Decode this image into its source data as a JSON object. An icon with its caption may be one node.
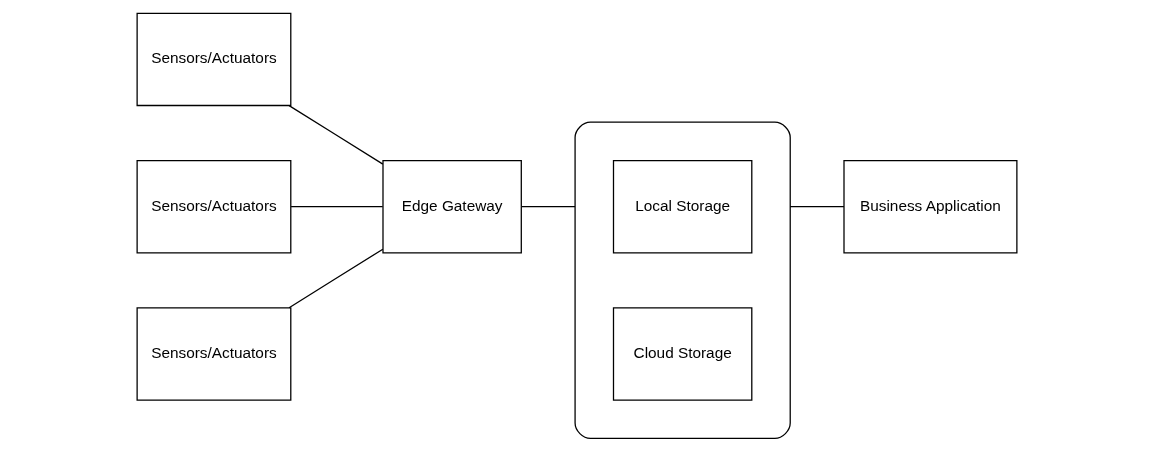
{
  "diagram": {
    "nodes": [
      {
        "text": [
          "Sensors/Actuators"
        ]
      },
      {
        "text": [
          "Sensors/Actuators"
        ]
      },
      {
        "text": [
          "Sensors/Actuators"
        ]
      },
      {
        "text": [
          "Edge Gateway"
        ]
      },
      {
        "text": [],
        "shape": "cloud"
      },
      {
        "text": [
          "Local Storage"
        ],
        "in": 4
      },
      {
        "text": [
          "Cloud Storage"
        ],
        "in": 4
      },
      {
        "text": [
          "Business Application"
        ]
      }
    ],
    "edges": [
      {
        "from": 0,
        "to": 3,
        "arrow": "none"
      },
      {
        "from": 1,
        "to": 3,
        "arrow": "none"
      },
      {
        "from": 2,
        "to": 3,
        "arrow": "none"
      },
      {
        "from": 3,
        "to": 4,
        "arrow": "none"
      },
      {
        "from": 4,
        "to": 7,
        "arrow": "none"
      }
    ]
  }
}
